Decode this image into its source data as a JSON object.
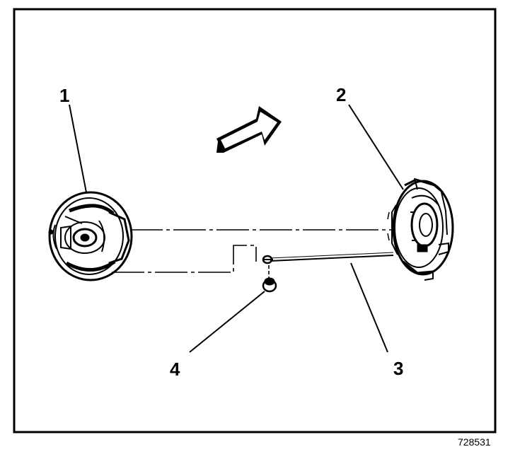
{
  "figure": {
    "id": "728531",
    "callouts": {
      "c1": "1",
      "c2": "2",
      "c3": "3",
      "c4": "4"
    }
  }
}
